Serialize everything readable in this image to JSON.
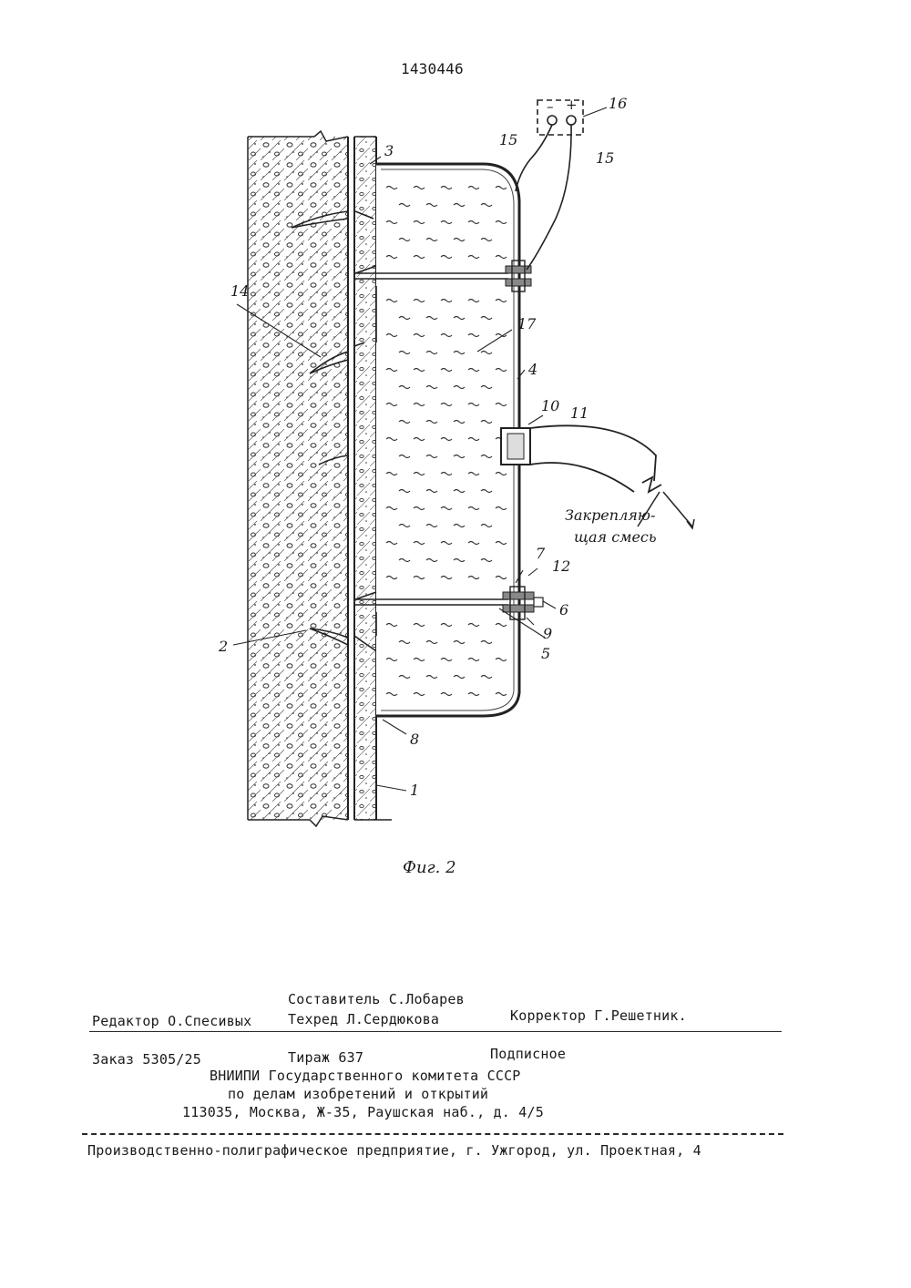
{
  "patent_number": "1430446",
  "figure": {
    "caption": "Фиг. 2",
    "mixture_label_line1": "Закрепляю-",
    "mixture_label_line2": "щая смесь",
    "labels": {
      "l1": "1",
      "l2": "2",
      "l3": "3",
      "l4": "4",
      "l5": "5",
      "l6": "6",
      "l7": "7",
      "l8": "8",
      "l9": "9",
      "l10": "10",
      "l11": "11",
      "l12": "12",
      "l14": "14",
      "l15a": "15",
      "l15b": "15",
      "l16": "16",
      "l17": "17"
    },
    "power_minus": "–",
    "power_plus": "+"
  },
  "imprint": {
    "compiler": "Составитель С.Лобарев",
    "editor": "Редактор О.Спесивых",
    "techred": "Техред Л.Сердюкова",
    "corrector": "Корректор Г.Решетник.",
    "order": "Заказ 5305/25",
    "circulation": "Тираж 637",
    "subscription": "Подписное",
    "org_line1": "ВНИИПИ Государственного комитета СССР",
    "org_line2": "по делам изобретений и открытий",
    "address": "113035, Москва, Ж-35, Раушская наб., д. 4/5",
    "printer": "Производственно-полиграфическое предприятие, г. Ужгород, ул. Проектная, 4"
  }
}
